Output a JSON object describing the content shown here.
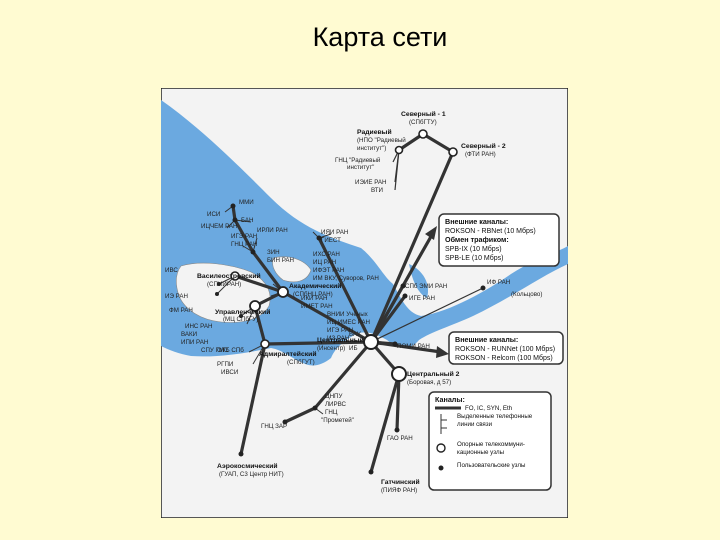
{
  "title": "Карта сети",
  "colors": {
    "background": "#fffbd2",
    "land": "#f3f3f3",
    "water": "#6ba9e0",
    "line": "#333333",
    "box_border": "#333333"
  },
  "nodes": {
    "severny1": {
      "name": "Северный - 1",
      "org": "(СПбГТУ)"
    },
    "severny2": {
      "name": "Северный - 2",
      "org": "(ФТИ РАН)"
    },
    "radievy": {
      "name": "Радиевый",
      "org1": "(НПО \"Радиевый",
      "org2": "институт\")"
    },
    "gnc": {
      "name": "ГНЦ \"Радиевый",
      "name2": "институт\""
    },
    "ieie": {
      "name": "ИЭИЕ РАН"
    },
    "vti": {
      "name": "ВТИ"
    },
    "mmi": {
      "name": "ММИ"
    },
    "isi": {
      "name": "ИСИ"
    },
    "vasileostrovsky": {
      "name": "Василеостровский",
      "org": "(СПИИРАН)"
    },
    "akademichesky": {
      "name": "Академический",
      "org": "(СПбНЦ РАН)"
    },
    "upravlencheskiy": {
      "name": "Управленческий",
      "org": "(МЦ СПбГУ)"
    },
    "admiralteysky": {
      "name": "Адмиралтейский",
      "org": "(СПбГУТ)"
    },
    "tsentralny": {
      "name": "Центральный",
      "org": "(Инсентр)"
    },
    "tsentralny2": {
      "name": "Центральный 2",
      "org": "(Боровая, д 57)"
    },
    "aerokosmicheskiy": {
      "name": "Аэрокосмический",
      "org": "(ГУАП, С3 Центр НИТ)"
    },
    "gatchinsky": {
      "name": "Гатчинский",
      "org": "(ПИЯФ РАН)"
    },
    "ifran": {
      "name": "ИФ РАН",
      "org": "(Кольцово)"
    },
    "pomi": {
      "name": "ПОМИ РАН"
    },
    "gao": {
      "name": "ГАО РАН"
    },
    "spb_evm": {
      "name": "СПб ЭМИ РАН"
    },
    "ige": {
      "name": "ИГЕ РАН"
    }
  },
  "small_labels": {
    "left_cluster": [
      "БАН",
      "ИЦЧЕМ РАН",
      "ИРЛИ РАН",
      "ИГЭ РАН",
      "ГНЦ РАН",
      "ЗИН",
      "БИН РАН",
      "ИВС",
      "ИЭ РАН",
      "ФМ РАН",
      "ИНС РАН",
      "ВАКИ",
      "ИПИ РАН",
      "СПУ ГМС",
      "ОТБ СПб",
      "РГПИ",
      "ИВСИ"
    ],
    "right_cluster": [
      "ИЯИ РАН",
      "ГИЕСТ",
      "ИХС РАН",
      "ИЦ РАН",
      "ИФЭТ РАН",
      "ИМ ВКУ, Суворов, РАН",
      "ИКИ РАН",
      "ИМЕТ РАН",
      "ВНИИ Учёных",
      "ИЦ ИМЕС РАН",
      "ИГЭ РАН",
      "ИЗ РАН"
    ],
    "south_cluster": [
      "ЦНПУ",
      "ЛИРВС",
      "ГНЦ",
      "\"Прометей\"",
      "ГНЦ ЗАР"
    ],
    "pre_tsentralny": [
      "БАУ",
      "ИБ"
    ]
  },
  "external_box_1": {
    "heading1": "Внешние каналы:",
    "line1": "ROKSON - RBNet (10 Мбрs)",
    "heading2": "Обмен трафиком:",
    "line2": "SPB-IX (10 Мбрs)",
    "line3": "SPB-LE (10 Мбрs)"
  },
  "external_box_2": {
    "heading": "Внешние каналы:",
    "line1": "ROKSON - RUNNet (100 Мбрs)",
    "line2": "ROKSON - Relcom (100 Мбрs)"
  },
  "legend": {
    "heading": "Каналы:",
    "items": [
      "FO, IC, SYN, Eth",
      "Выделенные телефонные линии связи",
      "Опорные телекоммуни- кационные узлы",
      "Пользовательские узлы"
    ]
  }
}
